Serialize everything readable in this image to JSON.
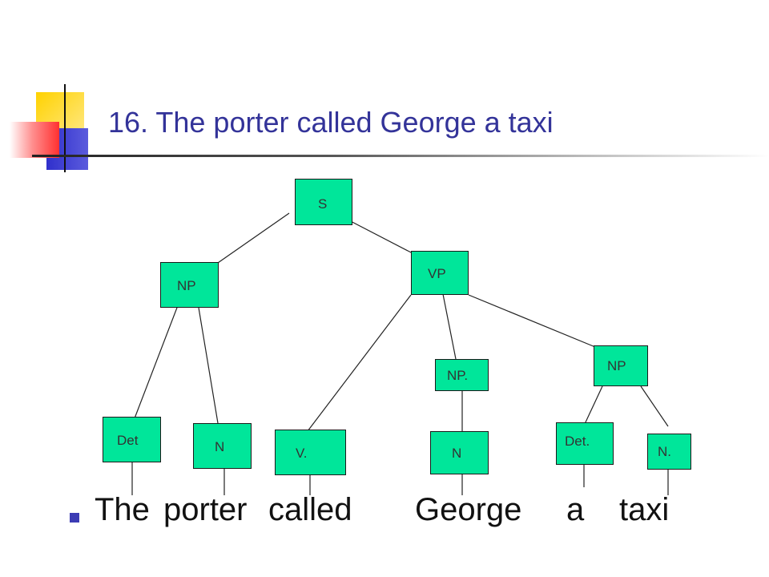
{
  "slide": {
    "title": "16. The porter called George a taxi",
    "colors": {
      "title": "#333399",
      "node_fill": "#00e69a",
      "bullet": "#3c3cb4",
      "accent_yellow": "#ffd200",
      "accent_red": "#ff3030",
      "accent_blue": "#3030cc"
    }
  },
  "tree": {
    "nodes": {
      "s": "S",
      "np_subject": "NP",
      "vp": "VP",
      "np_indirect": "NP.",
      "np_direct": "NP",
      "det_subject": "Det",
      "n_subject": "N",
      "verb": "V.",
      "n_indirect": "N",
      "det_direct": "Det.",
      "n_direct": "N."
    }
  },
  "sentence": {
    "w1": "The",
    "w2": "porter",
    "w3": "called",
    "w4": "George",
    "w5": "a",
    "w6": "taxi"
  }
}
